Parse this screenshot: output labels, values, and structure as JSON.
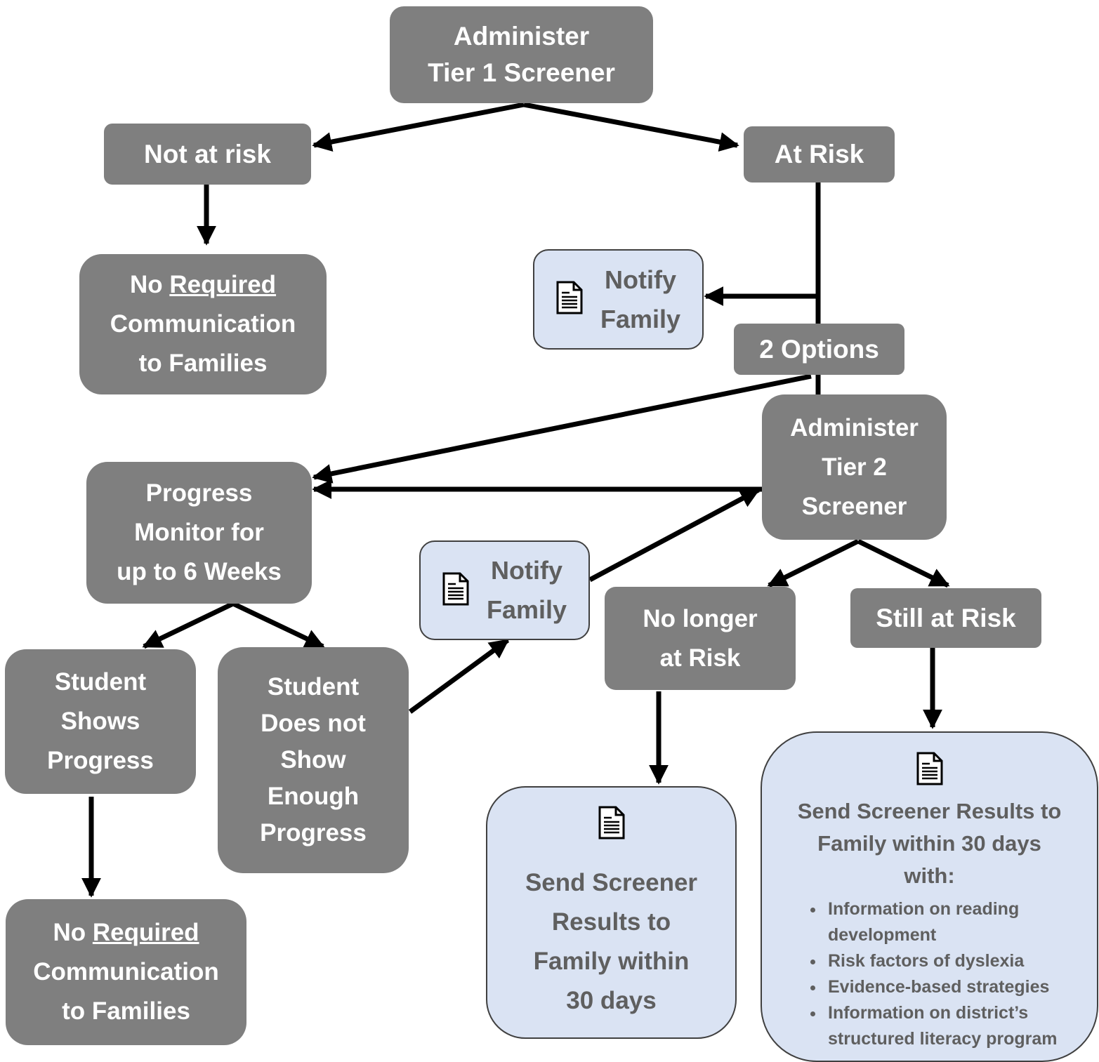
{
  "diagram": {
    "administer_tier1": [
      "Administer",
      "Tier 1 Screener"
    ],
    "not_at_risk": "Not at risk",
    "at_risk": "At Risk",
    "no_required_top": {
      "prefix": "No",
      "underlined": "Required",
      "lines": [
        "Communication",
        "to Families"
      ]
    },
    "notify_family_top": [
      "Notify",
      "Family"
    ],
    "two_options": "2 Options",
    "administer_tier2": [
      "Administer",
      "Tier 2",
      "Screener"
    ],
    "progress_monitor": [
      "Progress",
      "Monitor for",
      "up to 6 Weeks"
    ],
    "notify_family_middle": [
      "Notify",
      "Family"
    ],
    "student_shows_progress": [
      "Student",
      "Shows",
      "Progress"
    ],
    "student_not_enough": [
      "Student",
      "Does not",
      "Show",
      "Enough",
      "Progress"
    ],
    "no_longer_at_risk": [
      "No longer",
      "at Risk"
    ],
    "still_at_risk": "Still at Risk",
    "no_required_bottom": {
      "prefix": "No",
      "underlined": "Required",
      "lines": [
        "Communication",
        "to Families"
      ]
    },
    "send_results_short": [
      "Send Screener",
      "Results to",
      "Family within",
      "30 days"
    ],
    "send_results_long": {
      "heading": [
        "Send Screener Results to",
        "Family within 30 days",
        "with:"
      ],
      "bullets": [
        "Information on reading development",
        "Risk factors of dyslexia",
        "Evidence-based strategies",
        "Information on district’s structured literacy program"
      ]
    },
    "icons": {
      "document": "document-icon"
    },
    "colors": {
      "gray_box": "#7f7f7f",
      "blue_box": "#dae3f3",
      "arrow": "#000000"
    }
  }
}
